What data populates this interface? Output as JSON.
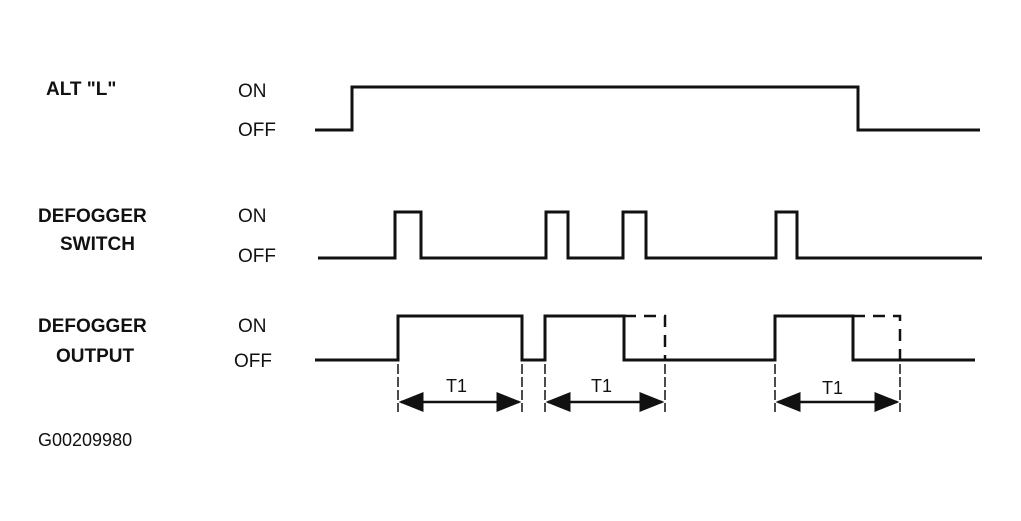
{
  "signals": [
    {
      "name_lines": [
        "ALT \"L\""
      ],
      "on_label": "ON",
      "off_label": "OFF"
    },
    {
      "name_lines": [
        "DEFOGGER",
        "SWITCH"
      ],
      "on_label": "ON",
      "off_label": "OFF"
    },
    {
      "name_lines": [
        "DEFOGGER",
        "OUTPUT"
      ],
      "on_label": "ON",
      "off_label": "OFF"
    }
  ],
  "intervals": [
    {
      "label": "T1"
    },
    {
      "label": "T1"
    },
    {
      "label": "T1"
    }
  ],
  "figure_code": "G00209980",
  "colors": {
    "line": "#111111",
    "background": "#ffffff"
  }
}
